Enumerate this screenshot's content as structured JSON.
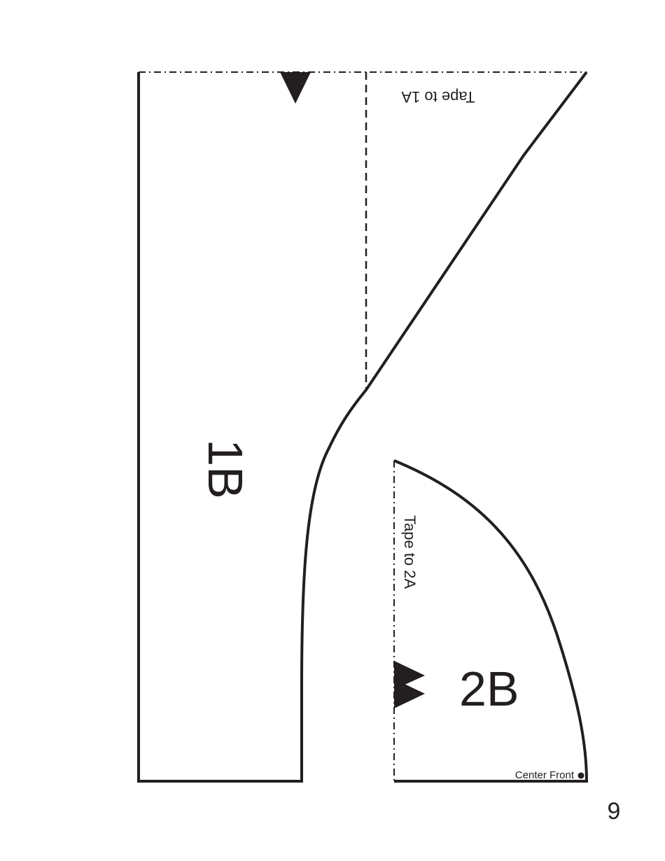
{
  "pieces": {
    "piece_1b": {
      "label": "1B",
      "tape_note": "Tape to 1A"
    },
    "piece_2b": {
      "label": "2B",
      "tape_note": "Tape to 2A",
      "center_front_label": "Center Front"
    }
  },
  "page_number": "9",
  "colors": {
    "ink": "#231f20",
    "paper": "#ffffff"
  }
}
